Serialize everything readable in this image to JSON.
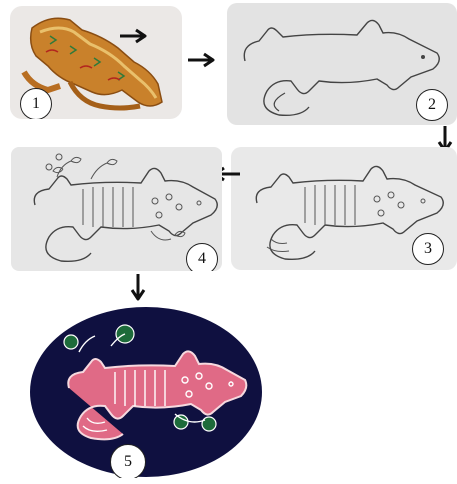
{
  "steps": [
    {
      "label": "1"
    },
    {
      "label": "2"
    },
    {
      "label": "3"
    },
    {
      "label": "4"
    },
    {
      "label": "5"
    }
  ],
  "colors": {
    "photo_bg": "#ebe8e6",
    "sketch_paper": "#e3e3e3",
    "drawing_paper": "#ececec",
    "fabric_navy": "#0f1040",
    "motif_pink": "#e06a86",
    "motif_green": "#1d6b3a",
    "arrow": "#111111"
  },
  "icons": {
    "arrow": "right-arrow-icon",
    "arrow_down": "down-arrow-icon",
    "arrow_left": "left-arrow-icon"
  }
}
